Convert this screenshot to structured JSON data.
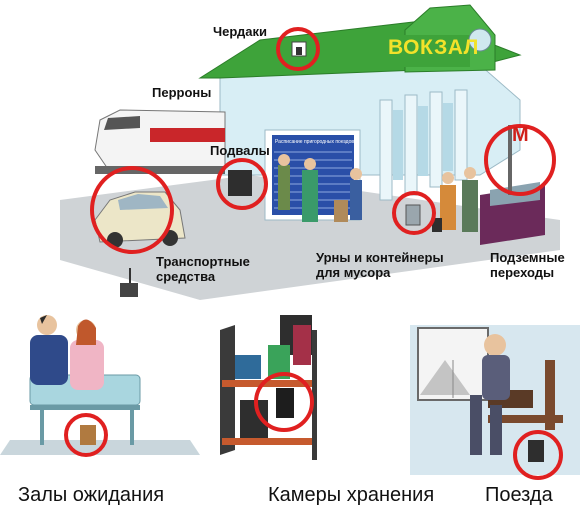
{
  "station_sign": "ВОКЗАЛ",
  "schedule_board": "Расписание пригородных поездов",
  "metro_sign": "М",
  "labels": {
    "attics": "Чердаки",
    "platforms": "Перроны",
    "basements": "Подвалы",
    "vehicles": "Транспортные средства",
    "trash_bins": "Урны и контейнеры для мусора",
    "underpasses": "Подземные переходы"
  },
  "captions": {
    "waiting_rooms": "Залы ожидания",
    "luggage_storage": "Камеры хранения",
    "trains": "Поезда"
  },
  "colors": {
    "highlight_ring": "#e02020",
    "roof": "#3ea33a",
    "station_wall": "#d8eef5",
    "board": "#2a4fa8"
  }
}
